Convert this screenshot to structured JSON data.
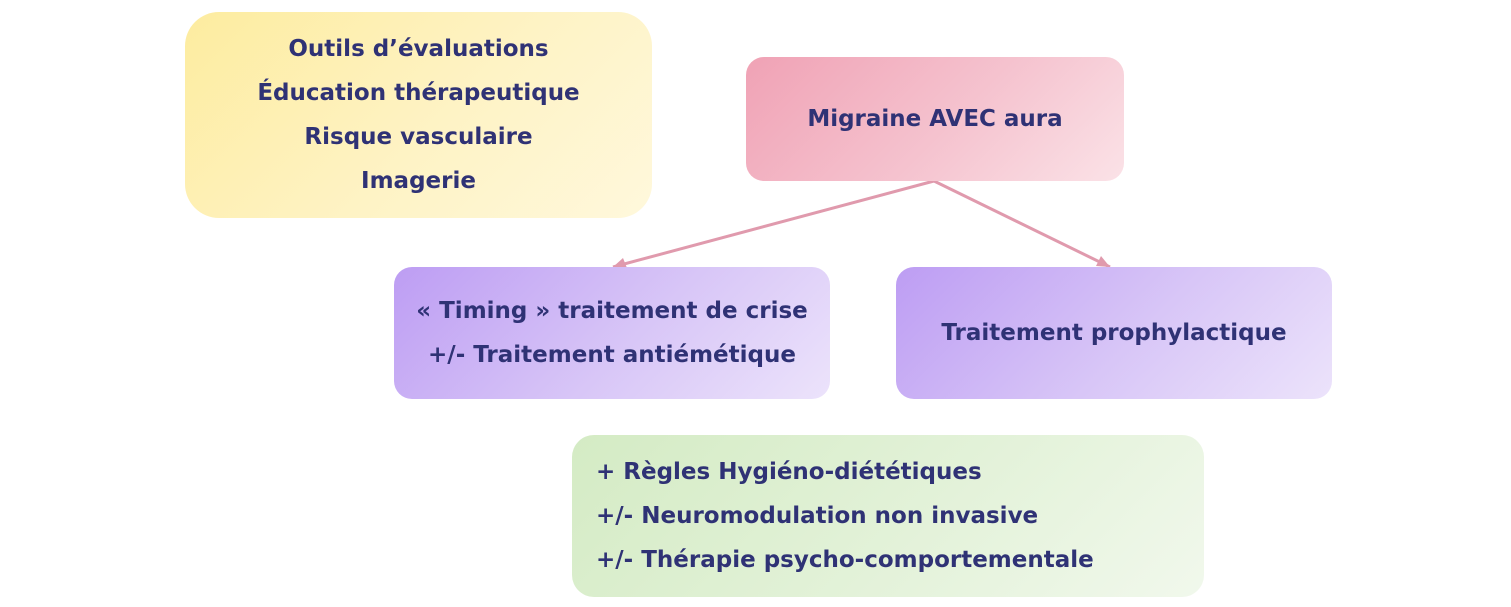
{
  "yellow_box": {
    "lines": [
      "Outils d’évaluations",
      "Éducation thérapeutique",
      "Risque vasculaire",
      "Imagerie"
    ]
  },
  "pink_box": {
    "title": "Migraine AVEC aura"
  },
  "purple_left_box": {
    "lines": [
      "« Timing » traitement de crise",
      "+/- Traitement antiémétique"
    ]
  },
  "purple_right_box": {
    "title": "Traitement prophylactique"
  },
  "green_box": {
    "lines": [
      "+ Règles Hygiéno-diététiques",
      "+/- Neuromodulation non invasive",
      "+/- Thérapie psycho-comportementale"
    ]
  },
  "colors": {
    "text": "#2f3275",
    "arrow": "#e09aad",
    "yellow": "#fdec9f",
    "pink": "#f0a2b5",
    "purple": "#bd9df3",
    "green": "#d4ebc4"
  }
}
